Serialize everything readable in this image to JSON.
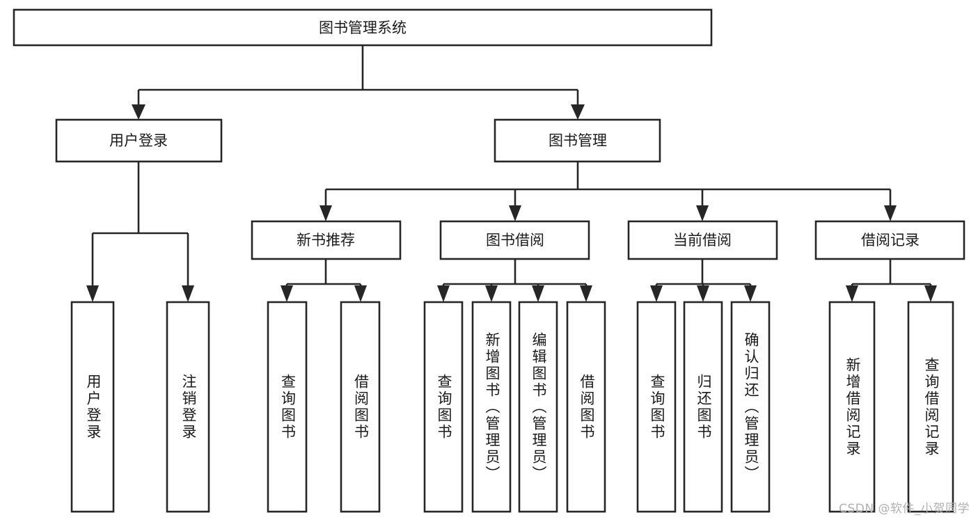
{
  "diagram": {
    "type": "tree",
    "title": "图书管理系统",
    "root": {
      "label": "图书管理系统"
    },
    "level2": [
      {
        "label": "用户登录"
      },
      {
        "label": "图书管理"
      }
    ],
    "level3": [
      {
        "label": "新书推荐"
      },
      {
        "label": "图书借阅"
      },
      {
        "label": "当前借阅"
      },
      {
        "label": "借阅记录"
      }
    ],
    "leaves": {
      "user_login": [
        {
          "label": "用户登录"
        },
        {
          "label": "注销登录"
        }
      ],
      "new_book_recommend": [
        {
          "label": "查询图书"
        },
        {
          "label": "借阅图书"
        }
      ],
      "book_borrow": [
        {
          "label": "查询图书"
        },
        {
          "label": "新增图书（管理员）"
        },
        {
          "label": "编辑图书（管理员）"
        },
        {
          "label": "借阅图书"
        }
      ],
      "current_borrow": [
        {
          "label": "查询图书"
        },
        {
          "label": "归还图书"
        },
        {
          "label": "确认归还（管理员）"
        }
      ],
      "borrow_record": [
        {
          "label": "新增借阅记录"
        },
        {
          "label": "查询借阅记录"
        }
      ]
    }
  },
  "watermark": {
    "text": "CSDN @软件_小贺同学"
  },
  "colors": {
    "stroke": "#262626",
    "fill": "#ffffff",
    "text": "#1a1a1a",
    "watermark": "#b0b0b0"
  }
}
